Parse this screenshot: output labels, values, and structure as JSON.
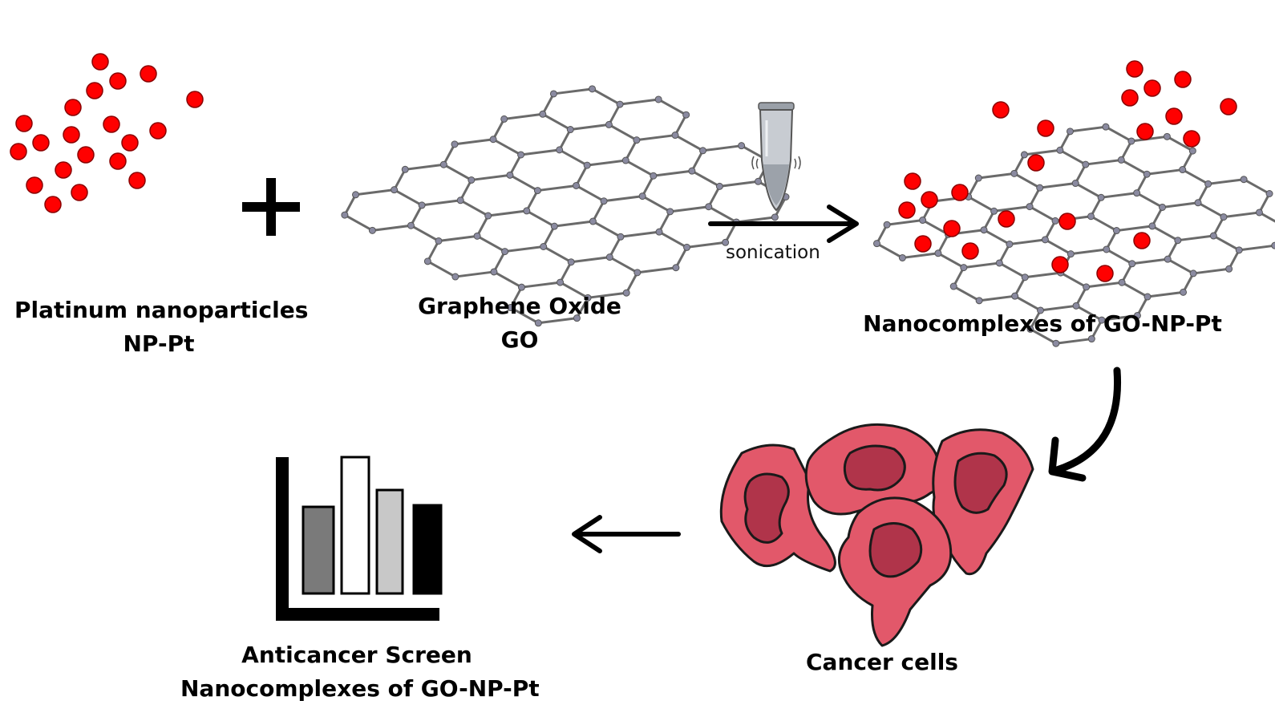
{
  "labels": {
    "platinum": {
      "line1": "Platinum nanoparticles",
      "line2": "NP-Pt"
    },
    "graphene": {
      "line1": "Graphene Oxide",
      "line2": "GO"
    },
    "complex": "Nanocomplexes of GO-NP-Pt",
    "cancer": "Cancer cells",
    "screen": {
      "line1": "Anticancer Screen",
      "line2": "Nanocomplexes of GO-NP-Pt"
    },
    "sonication": "sonication"
  },
  "icons": [
    "plus-icon",
    "sonication-tube-icon",
    "arrow-right-icon",
    "curved-arrow-icon",
    "arrow-left-icon",
    "bar-chart-icon"
  ],
  "colors": {
    "nanoparticle": "#ff0000",
    "lattice_stroke": "#6a6a6a",
    "lattice_atom": "#8a8aa0",
    "cell_body": "#e2586a",
    "cell_nucleus": "#b0344a",
    "bar_fills": [
      "#7a7a7a",
      "#ffffff",
      "#c8c8c8",
      "#000000"
    ]
  }
}
